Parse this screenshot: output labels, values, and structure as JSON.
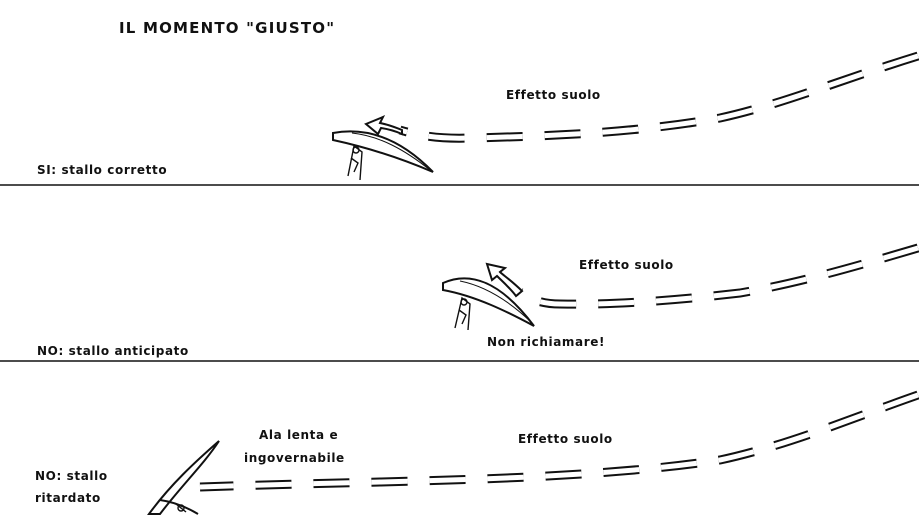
{
  "title": "IL MOMENTO \"GIUSTO\"",
  "panels": [
    {
      "id": "stallo-corretto",
      "verdict": "SI: stallo corretto",
      "labels": {
        "effect": "Effetto suolo"
      }
    },
    {
      "id": "stallo-anticipato",
      "verdict": "NO: stallo anticipato",
      "labels": {
        "effect": "Effetto suolo",
        "warning": "Non richiamare!"
      }
    },
    {
      "id": "stallo-ritardato",
      "verdict_line1": "NO: stallo",
      "verdict_line2": "ritardato",
      "labels": {
        "wing_line1": "Ala lenta e",
        "wing_line2": "ingovernabile",
        "effect": "Effetto suolo"
      }
    }
  ],
  "colors": {
    "ink": "#111111",
    "paper": "#ffffff"
  }
}
